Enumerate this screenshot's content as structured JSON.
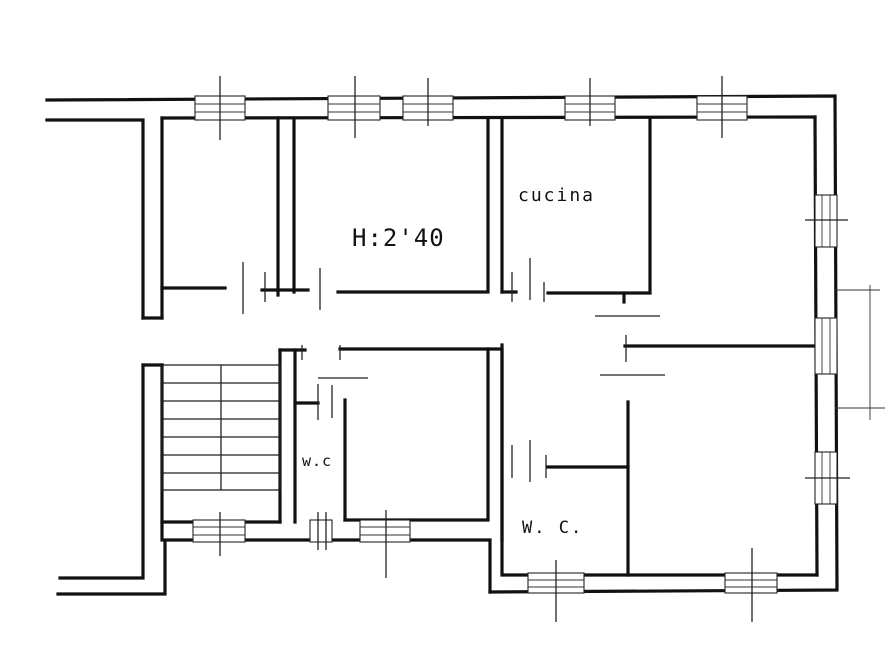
{
  "labels": {
    "height": "H:2'40",
    "kitchen": "cucina",
    "wc_left": "w.c",
    "wc_right": "W. C."
  }
}
